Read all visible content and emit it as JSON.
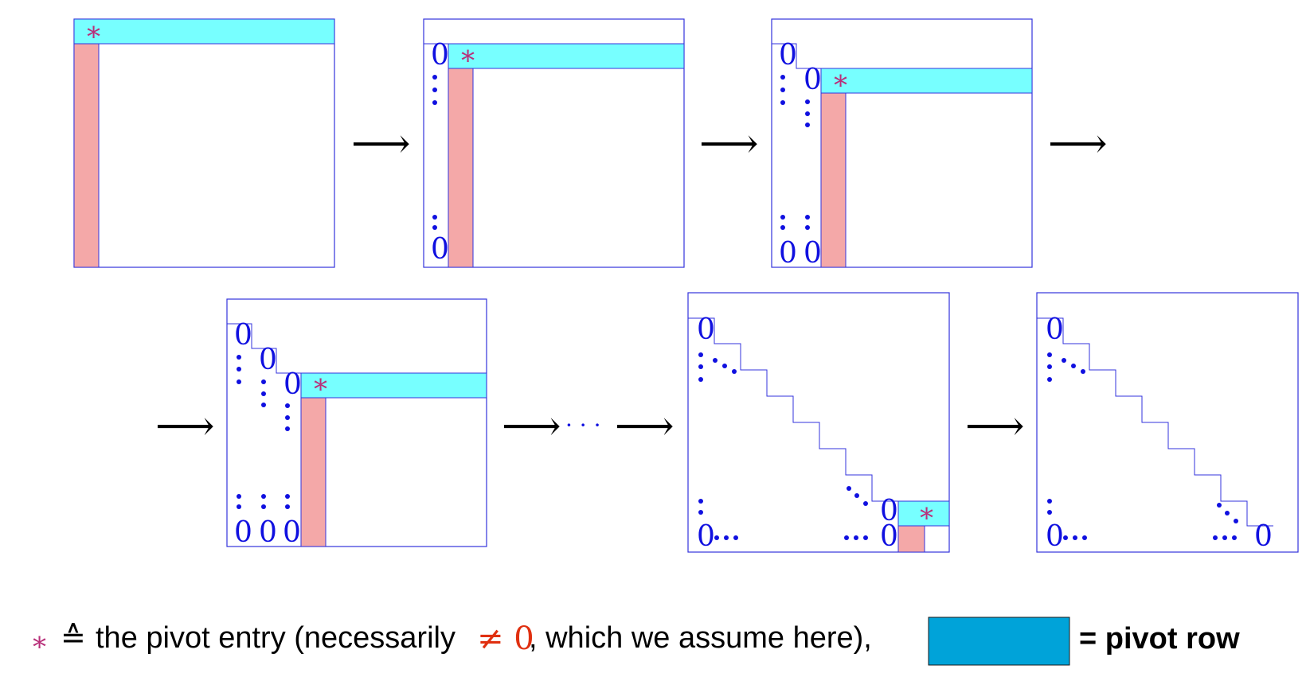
{
  "colors": {
    "frame": "#3333dd",
    "zero": "#1010e0",
    "pivot_row_fill": "#77ffff",
    "pivot_col_fill": "#f4a8a8",
    "star": "#b8307a",
    "ne_zero": "#e03010",
    "legend_swatch": "#00a3d9",
    "arrow": "#000000"
  },
  "symbols": {
    "star": "∗",
    "zero": "0",
    "arrow": "⟶",
    "ellipsis": "· · ·",
    "hdots": "•••"
  },
  "legend": {
    "star_symbol": "∗",
    "corresponds": "≙",
    "text_before": "the pivot entry (necessarily",
    "ne_zero": "≠ 0",
    "text_after": ", which we assume here),",
    "swatch_label": "= pivot row"
  }
}
